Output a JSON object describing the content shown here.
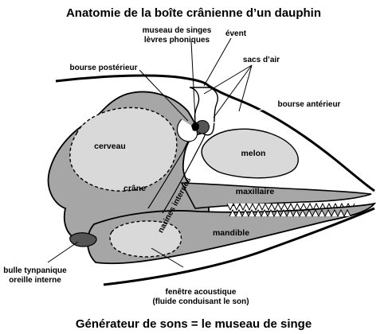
{
  "title": "Anatomie de la boîte crânienne d’un dauphin",
  "footer": "Générateur de sons = le museau de singe",
  "labels": {
    "museau_line1": "museau de singes",
    "museau_line2": "lèvres phoniques",
    "event": "évent",
    "sacs": "sacs d’air",
    "bourse_post": "bourse postérieur",
    "bourse_ant": "bourse antérieur",
    "cerveau": "cerveau",
    "crane": "crâne",
    "melon": "melon",
    "narines": "narines internes",
    "maxillaire": "maxillaire",
    "mandible": "mandible",
    "bulle_line1": "bulle tynpanique",
    "bulle_line2": "oreille interne",
    "fenetre_line1": "fenêtre acoustique",
    "fenetre_line2": "(fluide conduisant le son)"
  },
  "colors": {
    "skull_fill": "#a6a6a6",
    "light_fill": "#d9d9d9",
    "dark_fill": "#555555",
    "outline": "#000000"
  }
}
